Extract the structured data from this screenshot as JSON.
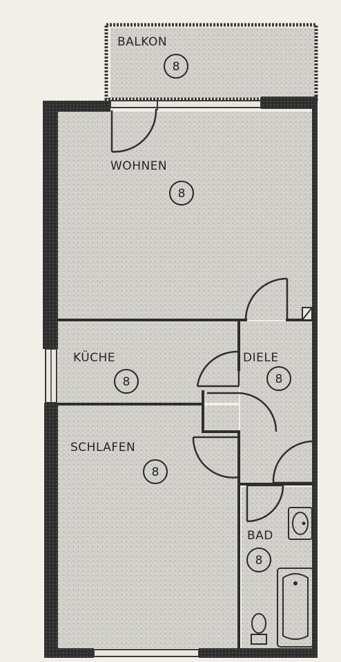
{
  "plan": {
    "rooms": [
      {
        "id": "balkon",
        "label": "BALKON",
        "badge": "8"
      },
      {
        "id": "wohnen",
        "label": "WOHNEN",
        "badge": "8"
      },
      {
        "id": "kueche",
        "label": "KÜCHE",
        "badge": "8"
      },
      {
        "id": "diele",
        "label": "DIELE",
        "badge": "8"
      },
      {
        "id": "schlafen",
        "label": "SCHLAFEN",
        "badge": "8"
      },
      {
        "id": "bad",
        "label": "BAD",
        "badge": "8"
      }
    ]
  }
}
